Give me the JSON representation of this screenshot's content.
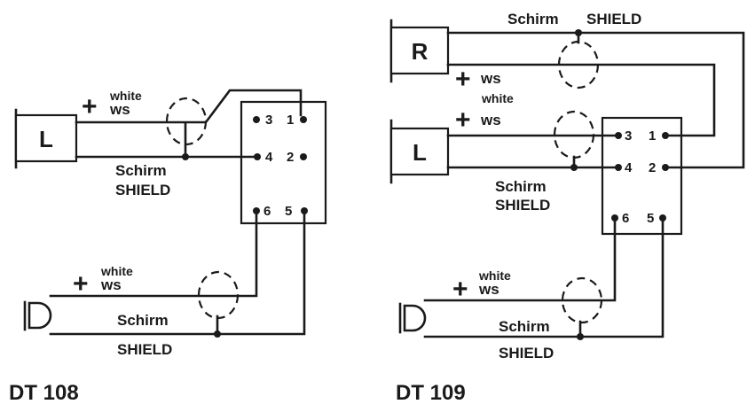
{
  "diagrams": [
    {
      "title": "DT 108",
      "channel_label": "L",
      "wire_color_en": "white",
      "wire_color_de": "ws",
      "plus": "+",
      "shield_de": "Schirm",
      "shield_en": "SHIELD",
      "pins": [
        "3",
        "1",
        "4",
        "2",
        "6",
        "5"
      ]
    },
    {
      "title": "DT 109",
      "channel_labels": [
        "R",
        "L"
      ],
      "wire_color_en": "white",
      "wire_color_de": "ws",
      "plus": "+",
      "shield_de": "Schirm",
      "shield_en": "SHIELD",
      "pins": [
        "3",
        "1",
        "4",
        "2",
        "6",
        "5"
      ]
    }
  ]
}
